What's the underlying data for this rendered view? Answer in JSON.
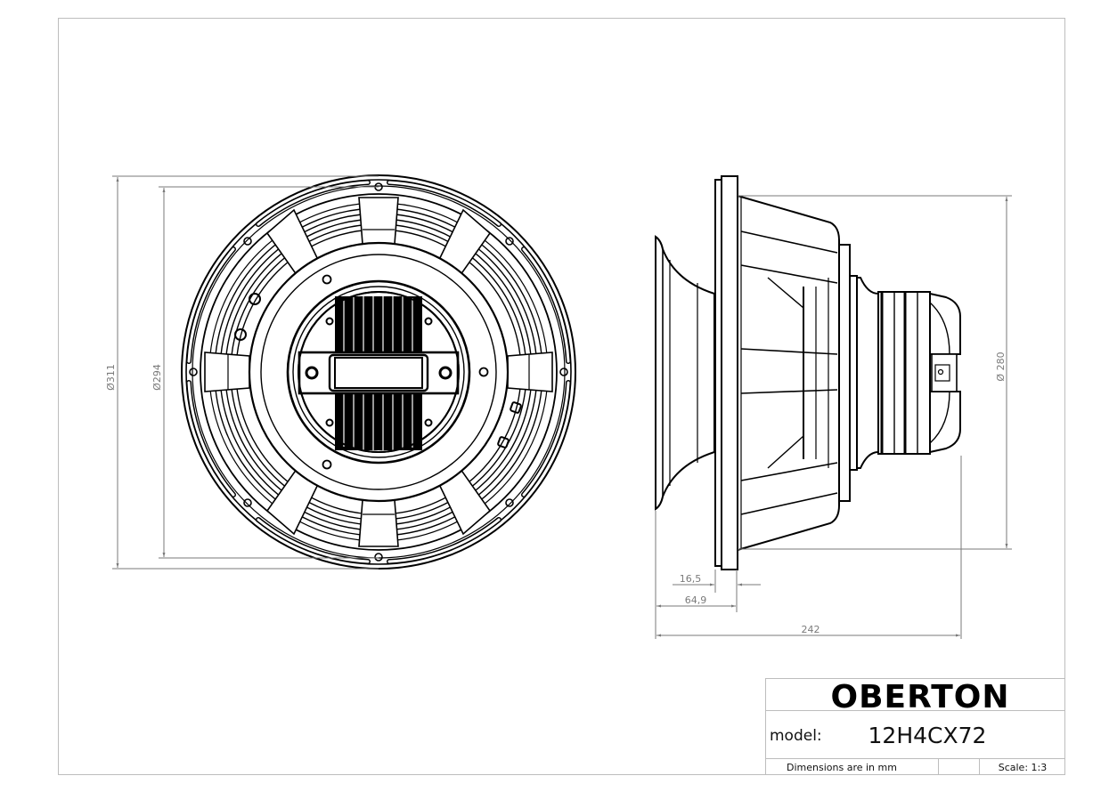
{
  "title_block": {
    "brand": "OBERTON",
    "model_label": "model:",
    "model_value": "12H4CX72",
    "units_note": "Dimensions are in mm",
    "middle_cell": "",
    "scale": "Scale: 1:3"
  },
  "front_view": {
    "dimensions": {
      "outer_diameter": "Ø311",
      "mount_diameter": "Ø294"
    }
  },
  "side_view": {
    "dimensions": {
      "basket_diameter": "Ø 280",
      "flange_thickness": "16,5",
      "horn_to_flange": "64,9",
      "overall_depth": "242"
    }
  },
  "colors": {
    "line": "#000000",
    "dimension": "#7a7a7a",
    "frame": "#bdbdbd"
  }
}
